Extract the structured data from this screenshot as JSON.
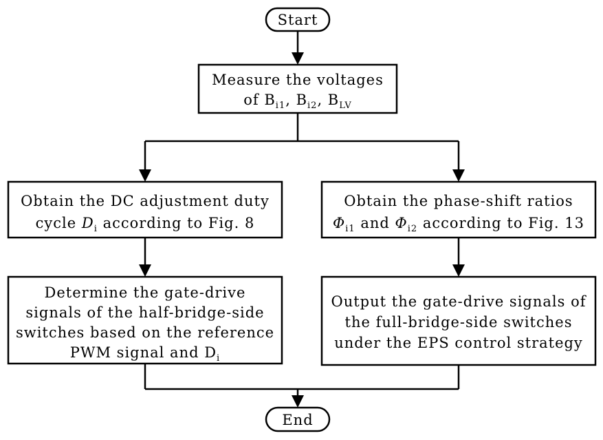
{
  "start": "Start",
  "end": "End",
  "measure": {
    "line1": "Measure the voltages",
    "line2_prefix": "of B",
    "sub1": "i1",
    "sep1": ", B",
    "sub2": "i2",
    "sep2": ", B",
    "sub3": "LV"
  },
  "obtain_dc": {
    "line1": "Obtain the DC adjustment duty",
    "line2_prefix": "cycle ",
    "var": "D",
    "var_sub": "i",
    "line2_suffix": " according to Fig. 8"
  },
  "obtain_phase": {
    "line1": "Obtain the phase-shift ratios",
    "var1": "Φ",
    "var1_sub": "i1",
    "and": " and ",
    "var2": "Φ",
    "var2_sub": "i2",
    "line2_suffix": " according to Fig. 13"
  },
  "determine": {
    "line1": "Determine the gate-drive",
    "line2": "signals of the half-bridge-side",
    "line3": "switches based on the reference",
    "line4_prefix": "PWM signal and D",
    "line4_sub": "i"
  },
  "output": {
    "line1": "Output the gate-drive signals of",
    "line2": "the full-bridge-side switches",
    "line3": "under the EPS control strategy"
  }
}
